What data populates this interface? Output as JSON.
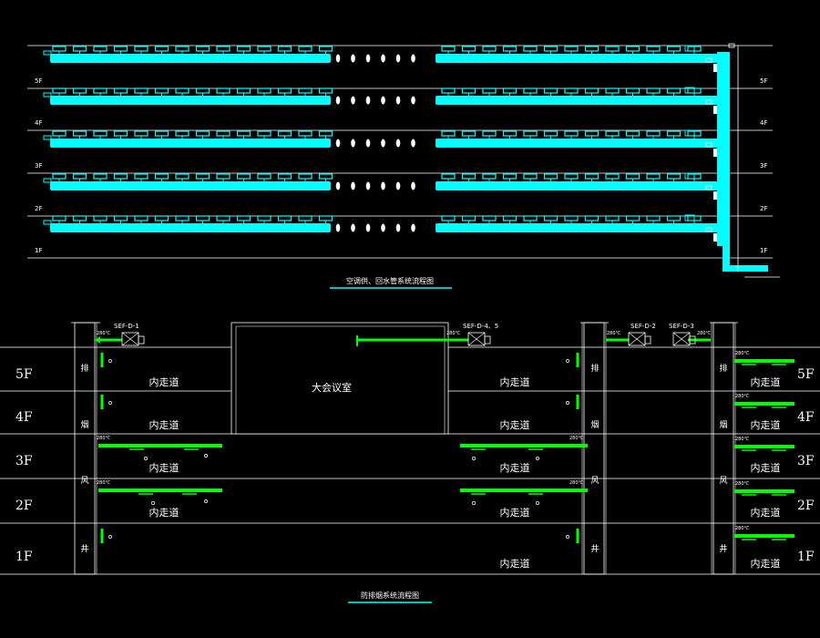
{
  "colors": {
    "background": "#000000",
    "line": "#ffffff",
    "water_pipe": "#00ffff",
    "smoke_duct": "#00ff00",
    "title_underline": "#00ffff"
  },
  "water": {
    "title": "空调供、回水管系统流程图",
    "floors": [
      "5F",
      "4F",
      "3F",
      "2F",
      "1F"
    ]
  },
  "smoke": {
    "title": "防排烟系统流程图",
    "floors": [
      "5F",
      "4F",
      "3F",
      "2F",
      "1F"
    ],
    "shaft_chars": [
      "排",
      "烟",
      "风",
      "井"
    ],
    "corridor_label": "内走道",
    "meeting_room_label": "大会议室",
    "fans": {
      "left": "SEF-D-1",
      "middle": "SEF-D-4、5",
      "right_a": "SEF-D-2",
      "right_b": "SEF-D-3"
    },
    "damper_label": "280℃"
  }
}
